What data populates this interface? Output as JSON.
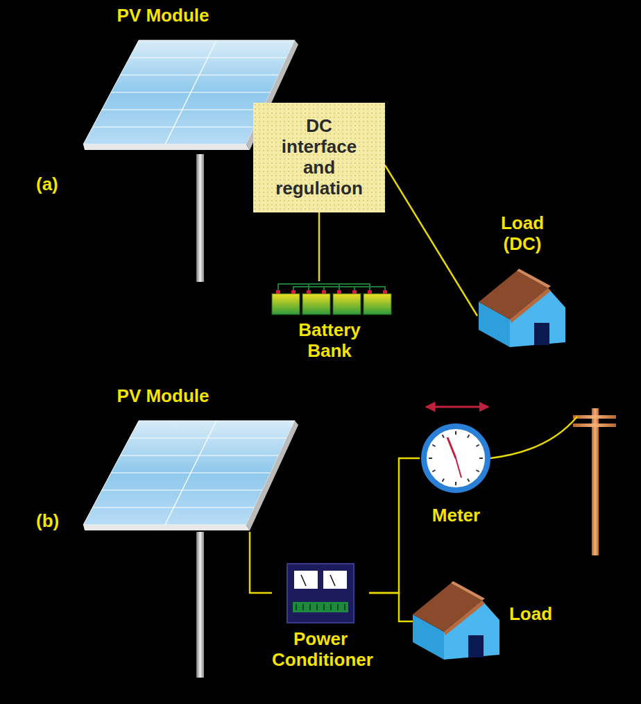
{
  "diagram": {
    "nodes": [
      {
        "text": [
          "PV Module"
        ]
      },
      {
        "text": [
          "DC interface and regulation"
        ]
      },
      {
        "text": [
          "Battery Bank"
        ]
      },
      {
        "text": [
          "Load (DC)"
        ]
      },
      {
        "text": [
          "PV Module"
        ]
      },
      {
        "text": [
          "Meter"
        ]
      },
      {
        "text": [
          "Power Conditioner"
        ]
      },
      {
        "text": [
          "Load"
        ]
      }
    ],
    "edges": [
      {
        "from": 1,
        "to": 3,
        "arrow": "none"
      },
      {
        "from": 2,
        "to": 1,
        "arrow": "none"
      },
      {
        "from": 4,
        "to": 6,
        "arrow": "none"
      },
      {
        "from": 6,
        "to": 5,
        "arrow": "none"
      },
      {
        "from": 6,
        "to": 7,
        "arrow": "none"
      }
    ],
    "labels": [
      "(a)",
      "(b)"
    ]
  }
}
